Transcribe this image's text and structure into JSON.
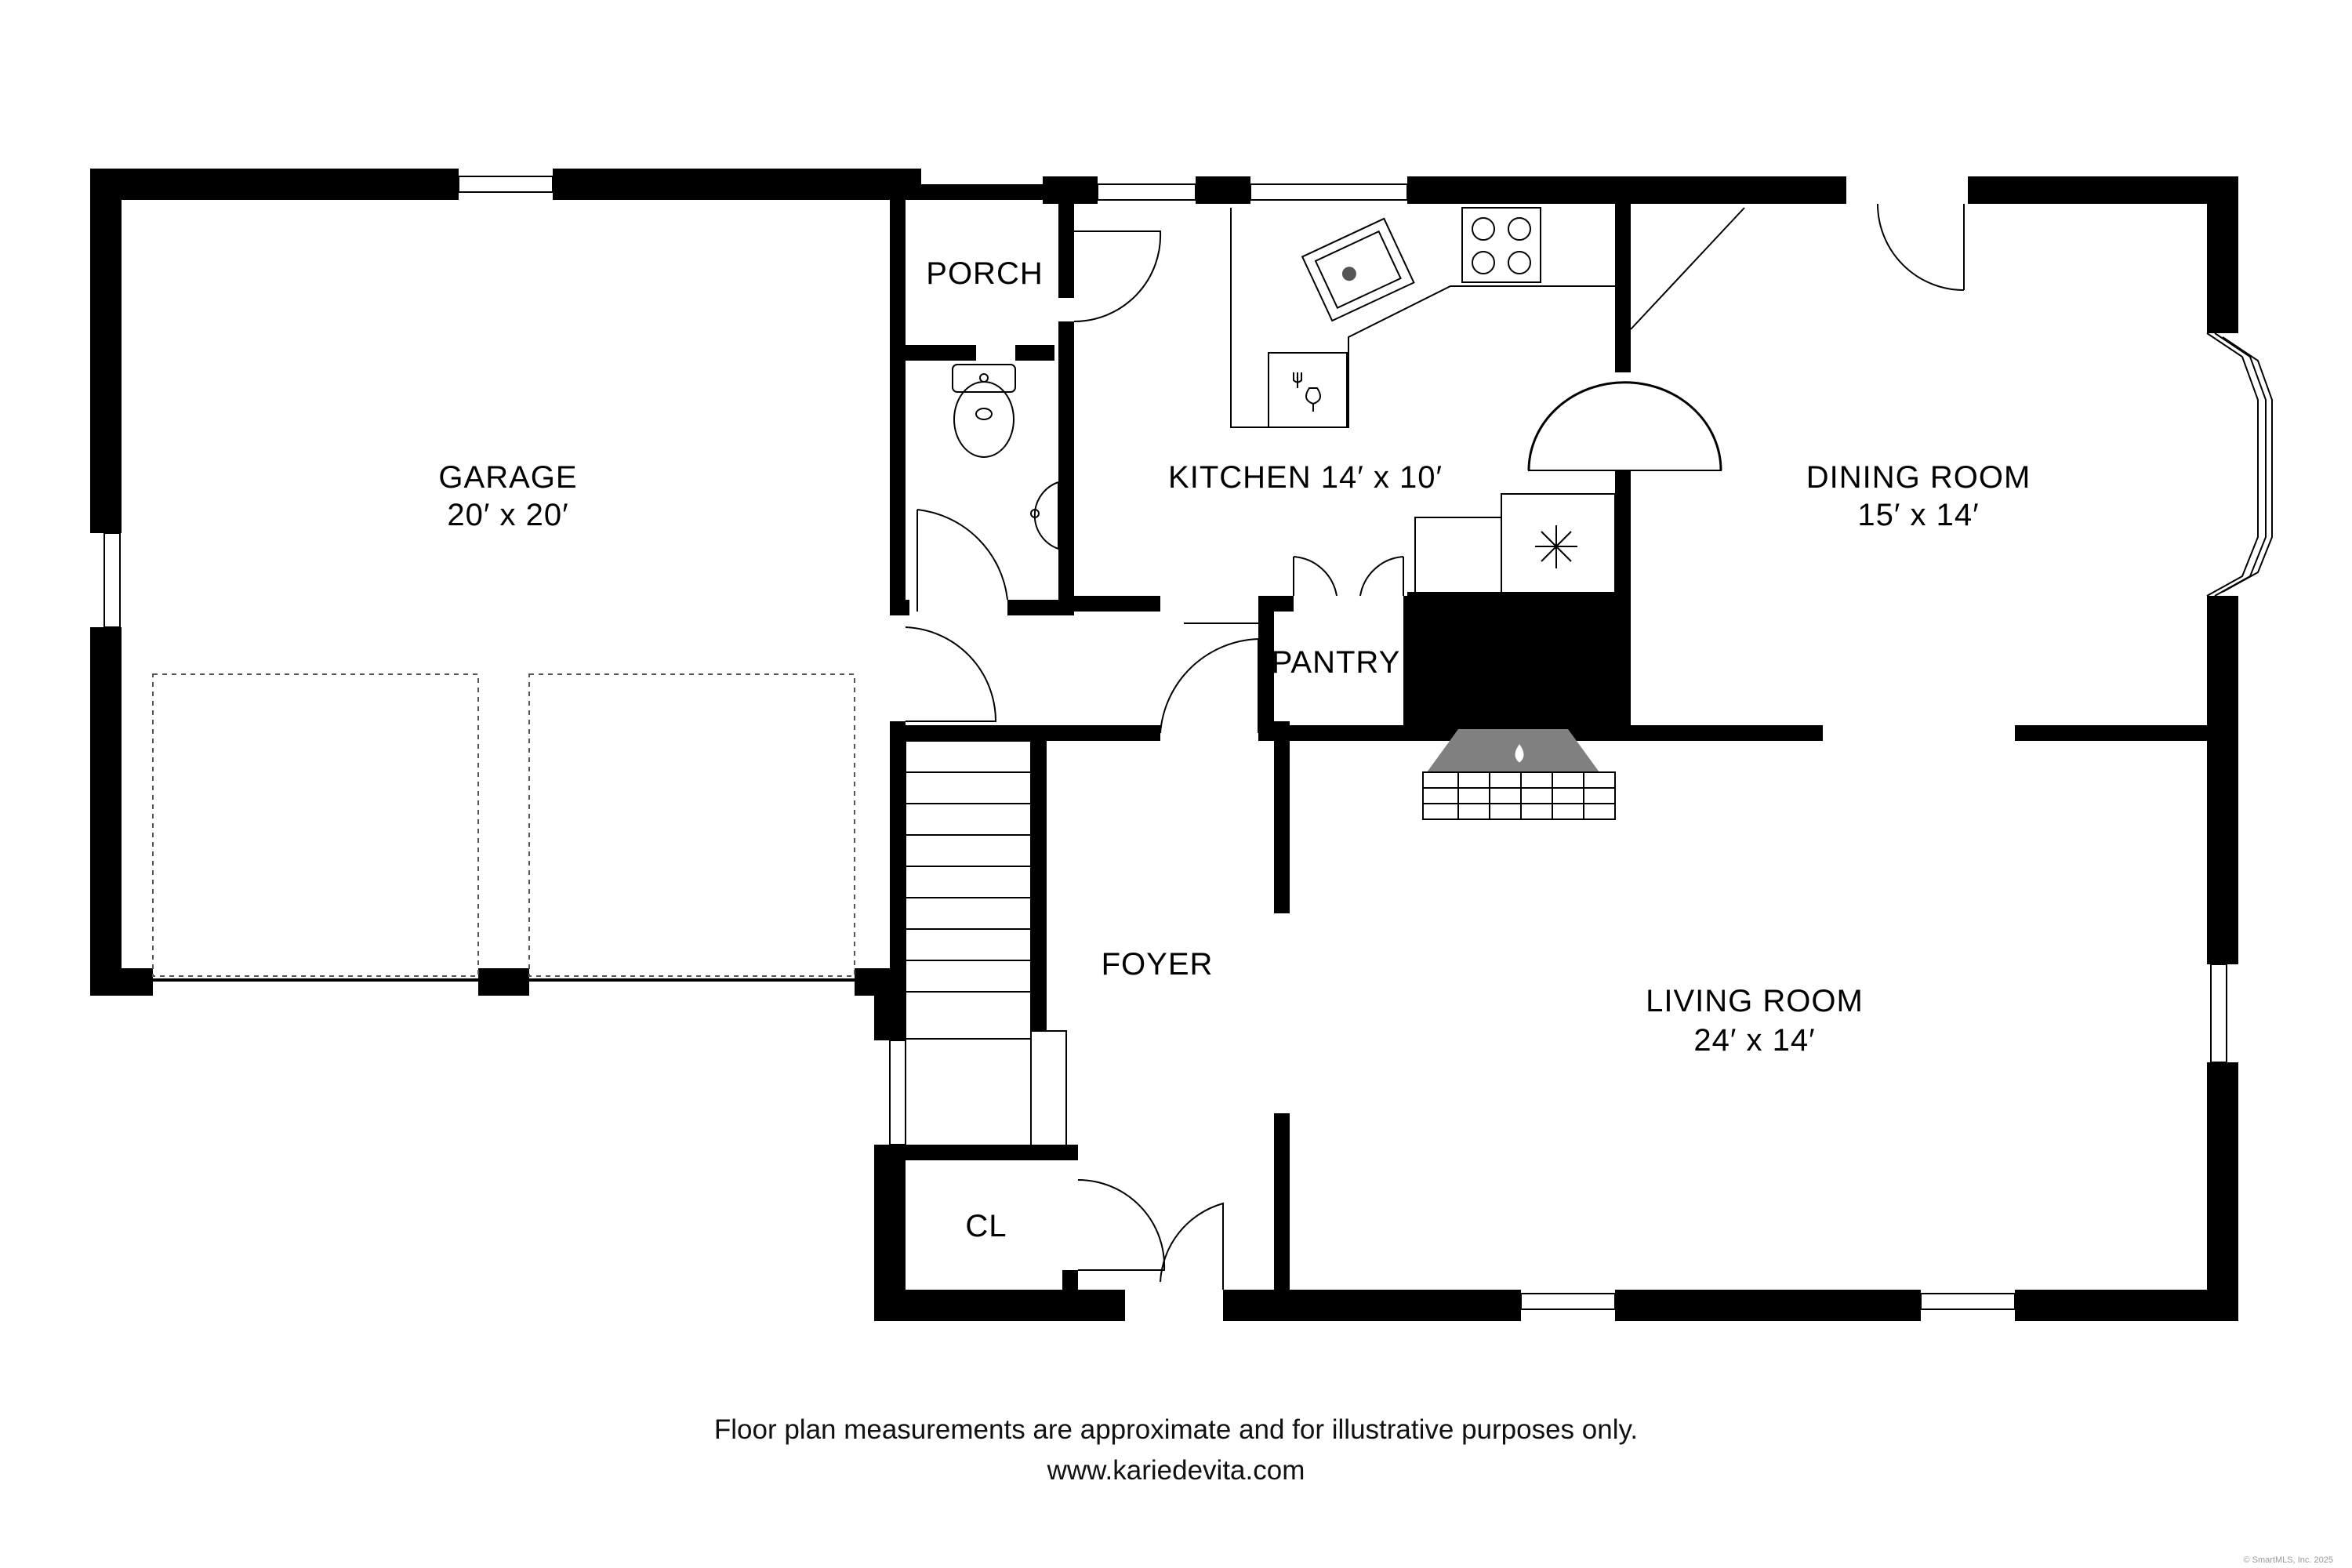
{
  "rooms": {
    "garage": {
      "name": "GARAGE",
      "size": "20′ x 20′"
    },
    "porch": {
      "name": "PORCH"
    },
    "kitchen": {
      "name": "KITCHEN 14′ x 10′"
    },
    "dining": {
      "name": "DINING ROOM",
      "size": "15′ x 14′"
    },
    "pantry": {
      "name": "PANTRY"
    },
    "foyer": {
      "name": "FOYER"
    },
    "living": {
      "name": "LIVING ROOM",
      "size": "24′ x 14′"
    },
    "closet": {
      "name": "CL"
    }
  },
  "footer": {
    "disclaimer": "Floor plan measurements are approximate and for illustrative purposes only.",
    "website": "www.kariedevita.com",
    "copyright": "© SmartMLS, Inc. 2025"
  },
  "colors": {
    "wall": "#000000",
    "fireplace_hearth": "#808080",
    "background": "#ffffff"
  },
  "icons": [
    "sink-icon",
    "stove-icon",
    "dishwasher-icon",
    "toilet-icon",
    "bathroom-sink-icon",
    "refrigerator-icon",
    "fireplace-icon"
  ]
}
